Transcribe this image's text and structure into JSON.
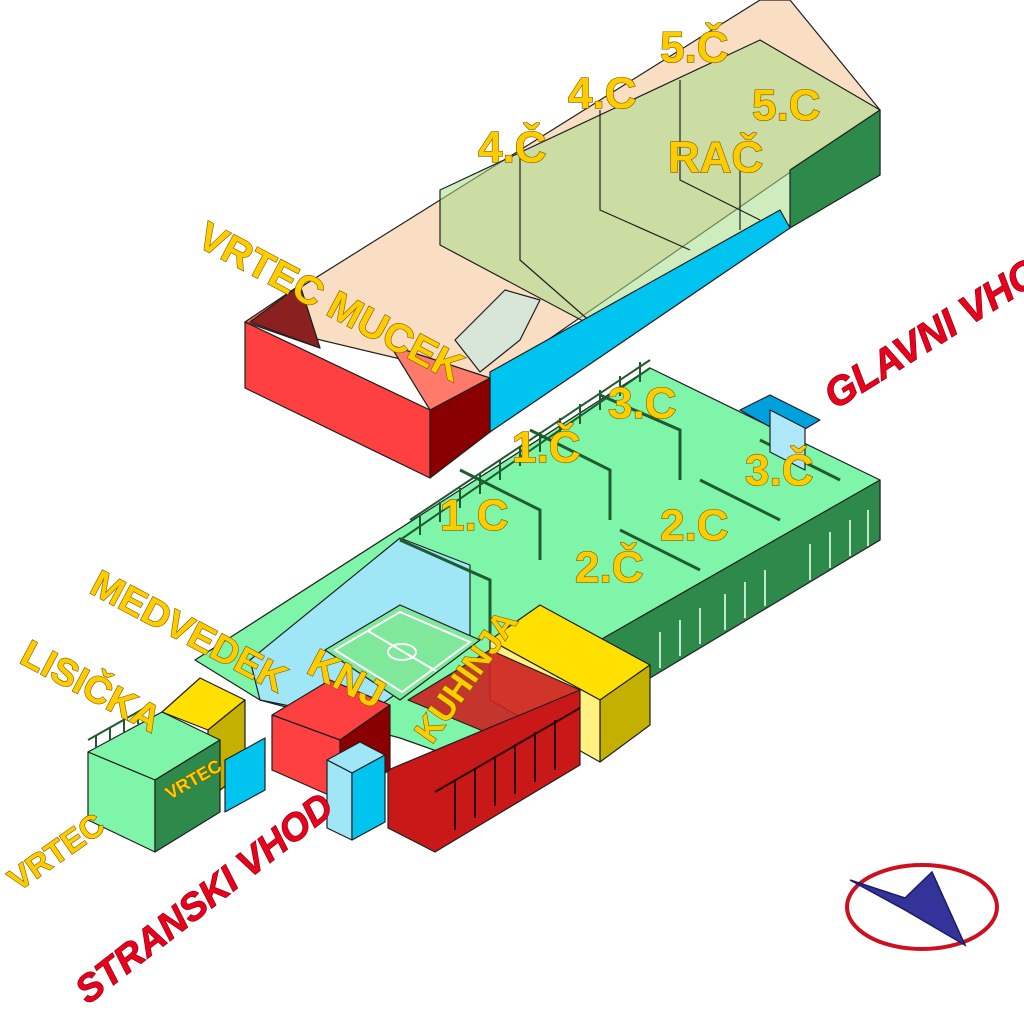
{
  "labels": {
    "vrtec_mucek": "VRTEC MUCEK",
    "c5_top": "5.Č",
    "c4_top": "4.C",
    "c4_left": "4.Č",
    "c5_right": "5.C",
    "rac": "RAČ",
    "glavni_vhod": "GLAVNI VHOD",
    "c3": "3.C",
    "c1_hat": "1.Č",
    "c3_hat": "3.Č",
    "c1": "1.C",
    "c2": "2.C",
    "c2_hat": "2.Č",
    "medvedek": "MEDVEDEK",
    "lisicka": "LISIČKA",
    "knj": "KNJ",
    "kuhinja": "KUHINJA",
    "vrtec_small": "VRTEC",
    "vrtec_left": "VRTEC",
    "stranski_vhod": "STRANSKI VHOD"
  },
  "colors": {
    "red": "#ff4040",
    "dark_red": "#8a0000",
    "green_light": "#7ff5aa",
    "green_dark": "#2e8a4a",
    "cyan": "#00c4f0",
    "yellow": "#ffe000",
    "olive": "#c4b000",
    "roof": "#f8d8b8",
    "label_yellow": "#ffcc00",
    "label_red": "#e8001c",
    "compass_ring": "#cc1020",
    "compass_arrow": "#333399"
  },
  "icons": {
    "compass": "north-arrow-icon"
  }
}
